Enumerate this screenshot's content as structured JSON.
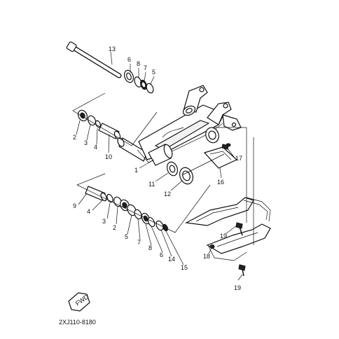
{
  "diagram": {
    "code": "2XJ110-8180",
    "fwd_label": "FWD",
    "callouts": [
      {
        "id": "c13a",
        "text": "13"
      },
      {
        "id": "c6a",
        "text": "6"
      },
      {
        "id": "c8a",
        "text": "8"
      },
      {
        "id": "c7a",
        "text": "7"
      },
      {
        "id": "c5a",
        "text": "5"
      },
      {
        "id": "c2a",
        "text": "2"
      },
      {
        "id": "c3a",
        "text": "3"
      },
      {
        "id": "c4a",
        "text": "4"
      },
      {
        "id": "c10",
        "text": "10"
      },
      {
        "id": "c1",
        "text": "1"
      },
      {
        "id": "c11",
        "text": "11"
      },
      {
        "id": "c12",
        "text": "12"
      },
      {
        "id": "c16",
        "text": "16"
      },
      {
        "id": "c17",
        "text": "17"
      },
      {
        "id": "c9",
        "text": "9"
      },
      {
        "id": "c4b",
        "text": "4"
      },
      {
        "id": "c3b",
        "text": "3"
      },
      {
        "id": "c2b",
        "text": "2"
      },
      {
        "id": "c5b",
        "text": "5"
      },
      {
        "id": "c7b",
        "text": "7"
      },
      {
        "id": "c8b",
        "text": "8"
      },
      {
        "id": "c6b",
        "text": "6"
      },
      {
        "id": "c14",
        "text": "14"
      },
      {
        "id": "c15",
        "text": "15"
      },
      {
        "id": "c19a",
        "text": "19"
      },
      {
        "id": "c18",
        "text": "18"
      },
      {
        "id": "c19b",
        "text": "19"
      }
    ]
  }
}
